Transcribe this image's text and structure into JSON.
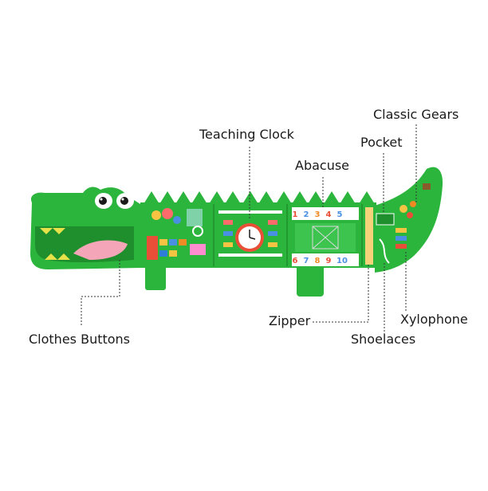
{
  "labels": {
    "classic_gears": "Classic Gears",
    "teaching_clock": "Teaching Clock",
    "pocket": "Pocket",
    "abacuse": "Abacuse",
    "zipper": "Zipper",
    "xylophone": "Xylophone",
    "shoelaces": "Shoelaces",
    "clothes_buttons": "Clothes Buttons"
  },
  "board": {
    "number_tiles_top": [
      "1",
      "2",
      "3",
      "4",
      "5"
    ],
    "number_tiles_bottom": [
      "6",
      "7",
      "8",
      "9",
      "10"
    ]
  },
  "colors": {
    "board_green": "#2bb53c",
    "board_dark_green": "#1e8f2c",
    "mouth_pink": "#f4a6b8",
    "tooth_yellow": "#e8e24a"
  }
}
